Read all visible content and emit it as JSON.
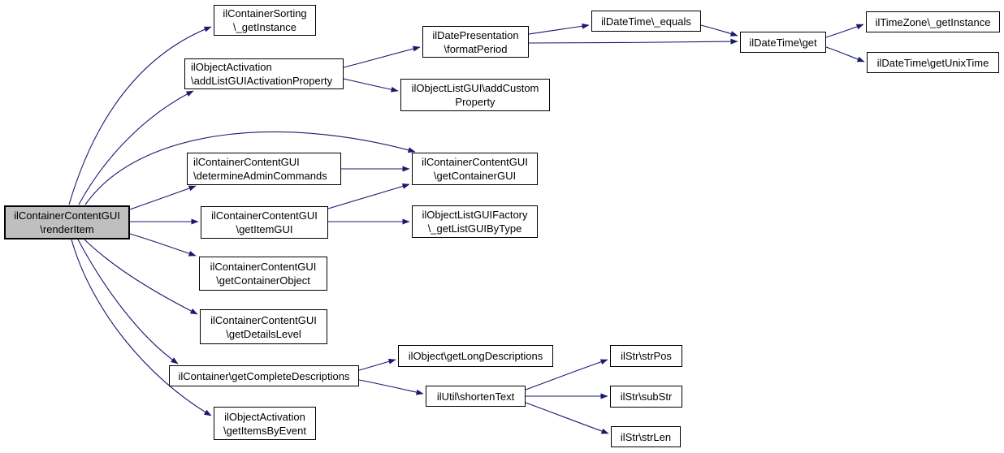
{
  "diagram": {
    "kind": "doxygen-call-graph",
    "root_function": "ilContainerContentGUI\\renderItem",
    "colors": {
      "edge": "#191970",
      "node_border": "#000000",
      "node_fill": "#ffffff",
      "root_fill": "#bfbfbf",
      "text": "#000000",
      "background": "#ffffff"
    },
    "nodes": [
      {
        "id": "renderItem",
        "label": "ilContainerContentGUI\n\\renderItem"
      },
      {
        "id": "containerSorting_getInstance",
        "label": "ilContainerSorting\n\\_getInstance"
      },
      {
        "id": "addListGUIActivationProperty",
        "label": "ilObjectActivation\n\\addListGUIActivationProperty"
      },
      {
        "id": "formatPeriod",
        "label": "ilDatePresentation\n\\formatPeriod"
      },
      {
        "id": "addCustomProperty",
        "label": "ilObjectListGUI\\addCustom\nProperty"
      },
      {
        "id": "dateTime_equals",
        "label": "ilDateTime\\_equals"
      },
      {
        "id": "dateTime_get",
        "label": "ilDateTime\\get"
      },
      {
        "id": "timeZone_getInstance",
        "label": "ilTimeZone\\_getInstance"
      },
      {
        "id": "dateTime_getUnixTime",
        "label": "ilDateTime\\getUnixTime"
      },
      {
        "id": "determineAdminCommands",
        "label": "ilContainerContentGUI\n\\determineAdminCommands"
      },
      {
        "id": "getItemGUI",
        "label": "ilContainerContentGUI\n\\getItemGUI"
      },
      {
        "id": "getContainerGUI",
        "label": "ilContainerContentGUI\n\\getContainerGUI"
      },
      {
        "id": "getListGUIByType",
        "label": "ilObjectListGUIFactory\n\\_getListGUIByType"
      },
      {
        "id": "getContainerObject",
        "label": "ilContainerContentGUI\n\\getContainerObject"
      },
      {
        "id": "getDetailsLevel",
        "label": "ilContainerContentGUI\n\\getDetailsLevel"
      },
      {
        "id": "getCompleteDescriptions",
        "label": "ilContainer\\getCompleteDescriptions"
      },
      {
        "id": "getItemsByEvent",
        "label": "ilObjectActivation\n\\getItemsByEvent"
      },
      {
        "id": "getLongDescriptions",
        "label": "ilObject\\getLongDescriptions"
      },
      {
        "id": "shortenText",
        "label": "ilUtil\\shortenText"
      },
      {
        "id": "strPos",
        "label": "ilStr\\strPos"
      },
      {
        "id": "subStr",
        "label": "ilStr\\subStr"
      },
      {
        "id": "strLen",
        "label": "ilStr\\strLen"
      }
    ],
    "edges": [
      {
        "from": "renderItem",
        "to": "containerSorting_getInstance"
      },
      {
        "from": "renderItem",
        "to": "addListGUIActivationProperty"
      },
      {
        "from": "renderItem",
        "to": "getContainerGUI"
      },
      {
        "from": "renderItem",
        "to": "determineAdminCommands"
      },
      {
        "from": "renderItem",
        "to": "getItemGUI"
      },
      {
        "from": "renderItem",
        "to": "getContainerObject"
      },
      {
        "from": "renderItem",
        "to": "getDetailsLevel"
      },
      {
        "from": "renderItem",
        "to": "getCompleteDescriptions"
      },
      {
        "from": "renderItem",
        "to": "getItemsByEvent"
      },
      {
        "from": "addListGUIActivationProperty",
        "to": "formatPeriod"
      },
      {
        "from": "addListGUIActivationProperty",
        "to": "addCustomProperty"
      },
      {
        "from": "formatPeriod",
        "to": "dateTime_equals"
      },
      {
        "from": "formatPeriod",
        "to": "dateTime_get"
      },
      {
        "from": "dateTime_equals",
        "to": "dateTime_get"
      },
      {
        "from": "dateTime_get",
        "to": "timeZone_getInstance"
      },
      {
        "from": "dateTime_get",
        "to": "dateTime_getUnixTime"
      },
      {
        "from": "determineAdminCommands",
        "to": "getContainerGUI"
      },
      {
        "from": "getItemGUI",
        "to": "getContainerGUI"
      },
      {
        "from": "getItemGUI",
        "to": "getListGUIByType"
      },
      {
        "from": "getCompleteDescriptions",
        "to": "getLongDescriptions"
      },
      {
        "from": "getCompleteDescriptions",
        "to": "shortenText"
      },
      {
        "from": "shortenText",
        "to": "strPos"
      },
      {
        "from": "shortenText",
        "to": "subStr"
      },
      {
        "from": "shortenText",
        "to": "strLen"
      }
    ]
  }
}
